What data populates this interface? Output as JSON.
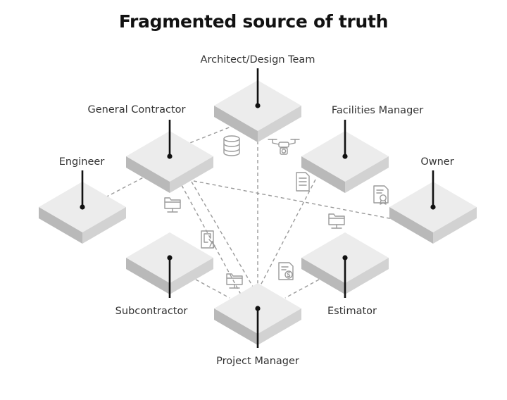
{
  "title": "Fragmented source of truth",
  "roles": {
    "architect": "Architect/Design Team",
    "general_contractor": "General Contractor",
    "facilities_manager": "Facilities Manager",
    "engineer": "Engineer",
    "owner": "Owner",
    "subcontractor": "Subcontractor",
    "estimator": "Estimator",
    "project_manager": "Project Manager"
  },
  "icons": {
    "database": "database-icon",
    "drone": "drone-icon",
    "document": "document-icon",
    "certificate": "certificate-icon",
    "network_folder": "network-folder-icon",
    "blueprint": "blueprint-icon",
    "invoice": "invoice-icon"
  },
  "colors": {
    "tile_top": "#ececec",
    "tile_left": "#b7b7b7",
    "tile_right": "#cfcfcf",
    "connector": "#9a9a9a",
    "stem": "#111111"
  }
}
